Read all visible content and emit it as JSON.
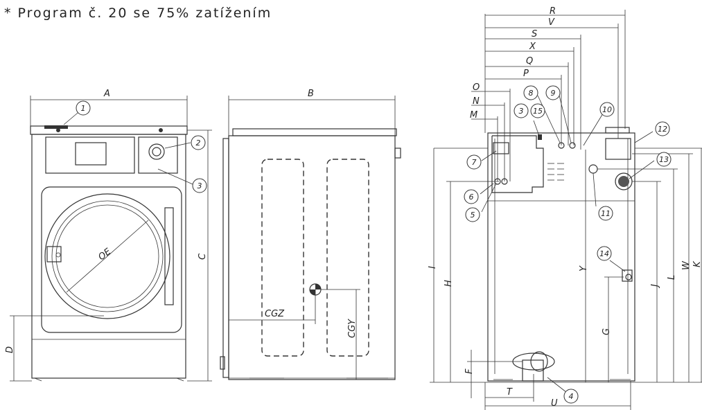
{
  "note": "* Program č. 20 se 75% zatížením",
  "front": {
    "A": "A",
    "C": "C",
    "D": "D",
    "OE": "OE"
  },
  "side": {
    "B": "B",
    "CGZ": "CGZ",
    "CGY": "CGY"
  },
  "back": {
    "R": "R",
    "V": "V",
    "S": "S",
    "X": "X",
    "Q": "Q",
    "P": "P",
    "O": "O",
    "N": "N",
    "M": "M",
    "I": "I",
    "H": "H",
    "Y": "Y",
    "G": "G",
    "J": "J",
    "L": "L",
    "W": "W",
    "K": "K",
    "F": "F",
    "T": "T",
    "U": "U"
  },
  "callouts": {
    "c1": "1",
    "c2": "2",
    "c3": "3",
    "c4": "4",
    "c5": "5",
    "c6": "6",
    "c7": "7",
    "c8": "8",
    "c9": "9",
    "c10": "10",
    "c11": "11",
    "c12": "12",
    "c13": "13",
    "c14": "14",
    "c15": "15",
    "c3b": "3"
  }
}
